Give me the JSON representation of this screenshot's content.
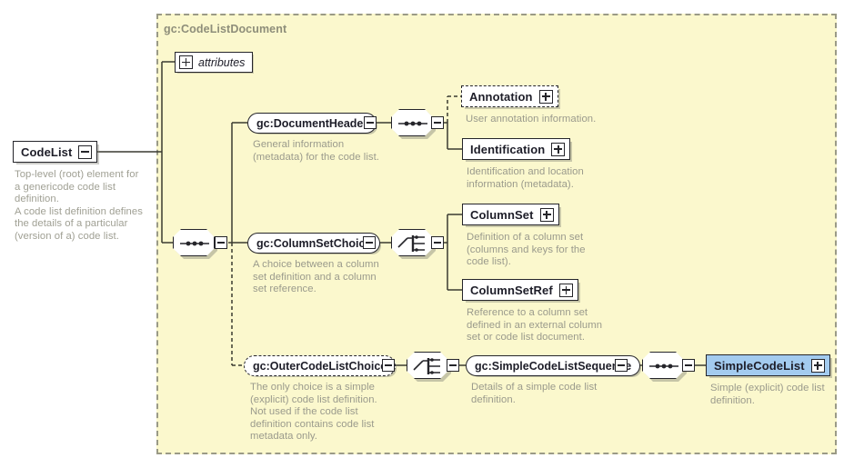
{
  "diagram": {
    "type": "xml-schema-tree",
    "container_label": "gc:CodeListDocument",
    "colors": {
      "container_fill": "#fbf8cd",
      "container_border": "#9a9a86",
      "node_fill": "#ffffff",
      "node_border": "#25252a",
      "selected_fill": "#a3cbef",
      "description_text": "#9a9a8c",
      "page_background": "#ffffff"
    }
  },
  "root": {
    "label": "CodeList",
    "toggle": "minus",
    "description": "Top-level (root) element for\na genericode code list\ndefinition.\nA code list definition defines\nthe details of a particular\n(version of a) code list."
  },
  "attributes": {
    "label": "attributes",
    "toggle": "plus"
  },
  "compositors": {
    "root_sequence": "sequence-icon",
    "header_sequence": "sequence-icon",
    "columnset_choice": "choice-icon",
    "outer_choice": "choice-icon",
    "simplecodelist_sequence": "sequence-icon"
  },
  "nodes": {
    "document_header": {
      "label": "gc:DocumentHeader",
      "toggle": "minus",
      "description": "General information\n(metadata) for the code list."
    },
    "annotation": {
      "label": "Annotation",
      "toggle": "plus",
      "optional": true,
      "description": "User annotation information."
    },
    "identification": {
      "label": "Identification",
      "toggle": "plus",
      "optional": false,
      "description": "Identification and location\ninformation (metadata)."
    },
    "column_set_choice": {
      "label": "gc:ColumnSetChoice",
      "toggle": "minus",
      "description": "A choice between a column\nset definition and a column\nset reference."
    },
    "column_set": {
      "label": "ColumnSet",
      "toggle": "plus",
      "description": "Definition of a column set\n(columns and keys for the\ncode list)."
    },
    "column_set_ref": {
      "label": "ColumnSetRef",
      "toggle": "plus",
      "description": "Reference to a column set\ndefined in an external column\nset or code list document."
    },
    "outer_code_list_choice": {
      "label": "gc:OuterCodeListChoice",
      "toggle": "minus",
      "optional": true,
      "description": "The only choice is a simple\n(explicit) code list definition.\nNot used if the code list\ndefinition contains code list\nmetadata only."
    },
    "simple_code_list_sequence": {
      "label": "gc:SimpleCodeListSequence",
      "toggle": "minus",
      "description": "Details of a simple code list\ndefinition."
    },
    "simple_code_list": {
      "label": "SimpleCodeList",
      "toggle": "plus",
      "selected": true,
      "description": "Simple (explicit) code list\ndefinition."
    }
  }
}
